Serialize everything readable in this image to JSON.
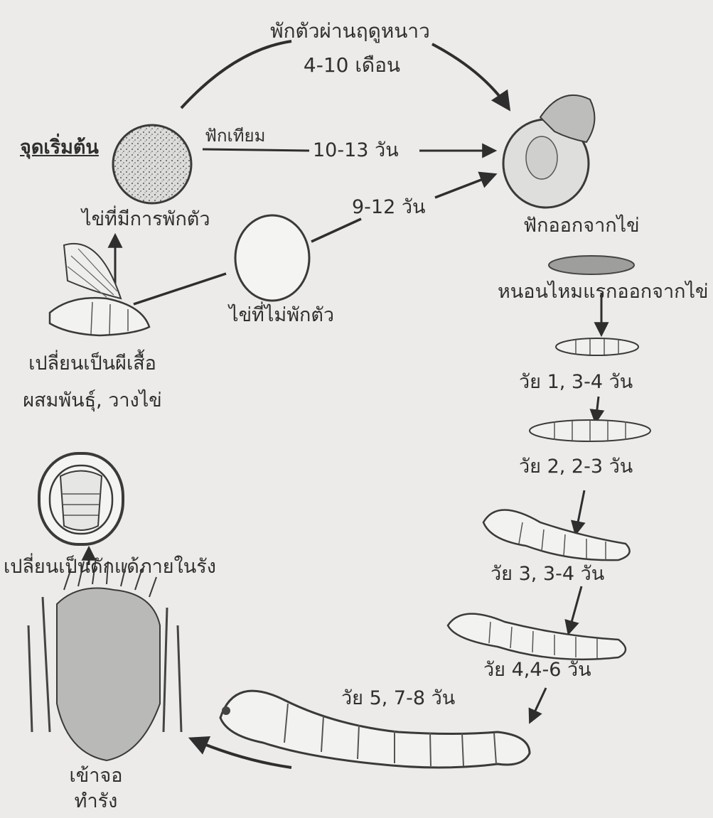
{
  "labels": {
    "dormant_route": "พักตัวผ่านฤดูหนาว",
    "dormant_duration": "4-10 เดือน",
    "start_point": "จุดเริ่มต้น",
    "artificial_route": "ฟักเทียม",
    "artificial_duration": "10-13 วัน",
    "nondormant_duration": "9-12 วัน",
    "dormant_egg": "ไข่ที่มีการพักตัว",
    "nondormant_egg": "ไข่ที่ไม่พักตัว",
    "hatch": "ฟักออกจากไข่",
    "first_larva": "หนอนไหมแรกออกจากไข่",
    "instar1": "วัย 1, 3-4 วัน",
    "instar2": "วัย 2, 2-3 วัน",
    "instar3": "วัย 3, 3-4 วัน",
    "instar4": "วัย 4,4-6 วัน",
    "instar5": "วัย 5, 7-8 วัน",
    "cocoon_line1": "เข้าจอ",
    "cocoon_line2": "ทำรัง",
    "pupa": "เปลี่ยนเป็นดักแด้ภายในรัง",
    "moth_line1": "เปลี่ยนเป็นผีเสื้อ",
    "moth_line2": "ผสมพันธุ์, วางไข่"
  },
  "colors": {
    "ink": "#2e2e2e",
    "paper": "#ecebe9"
  }
}
